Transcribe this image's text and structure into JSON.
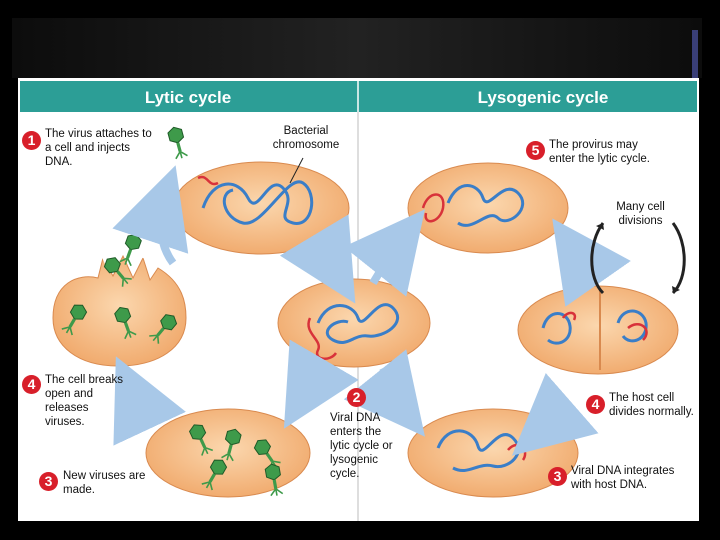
{
  "slide": {
    "background": "#000000",
    "accent_bar": "#3a3f78"
  },
  "header": {
    "lytic_label": "Lytic cycle",
    "lysogenic_label": "Lysogenic cycle",
    "color": "#2c9e96"
  },
  "labels": {
    "bacterial_chromosome": "Bacterial chromosome",
    "many_divisions": "Many cell divisions"
  },
  "steps": [
    {
      "num": "1",
      "text": "The virus attaches to a cell and injects DNA."
    },
    {
      "num": "2",
      "text": "Viral DNA enters the lytic cycle or lysogenic cycle."
    },
    {
      "num": "3",
      "text": "New viruses are made."
    },
    {
      "num": "4",
      "text": "The cell breaks open and releases viruses."
    },
    {
      "num": "5",
      "text": "The provirus may enter the lytic cycle."
    },
    {
      "num": "4",
      "text": "The host cell divides normally."
    },
    {
      "num": "3",
      "text": "Viral DNA integrates with host DNA."
    }
  ],
  "colors": {
    "cell_fill": "#f2b77e",
    "cell_stroke": "#d98a4f",
    "host_dna": "#3a7ec8",
    "viral_dna": "#d8323a",
    "virus": "#3e9a4a",
    "arrow": "#a8c8e8",
    "badge": "#d81f2a"
  },
  "icons": [
    "bacteriophage-icon",
    "cycle-arrow-icon"
  ]
}
